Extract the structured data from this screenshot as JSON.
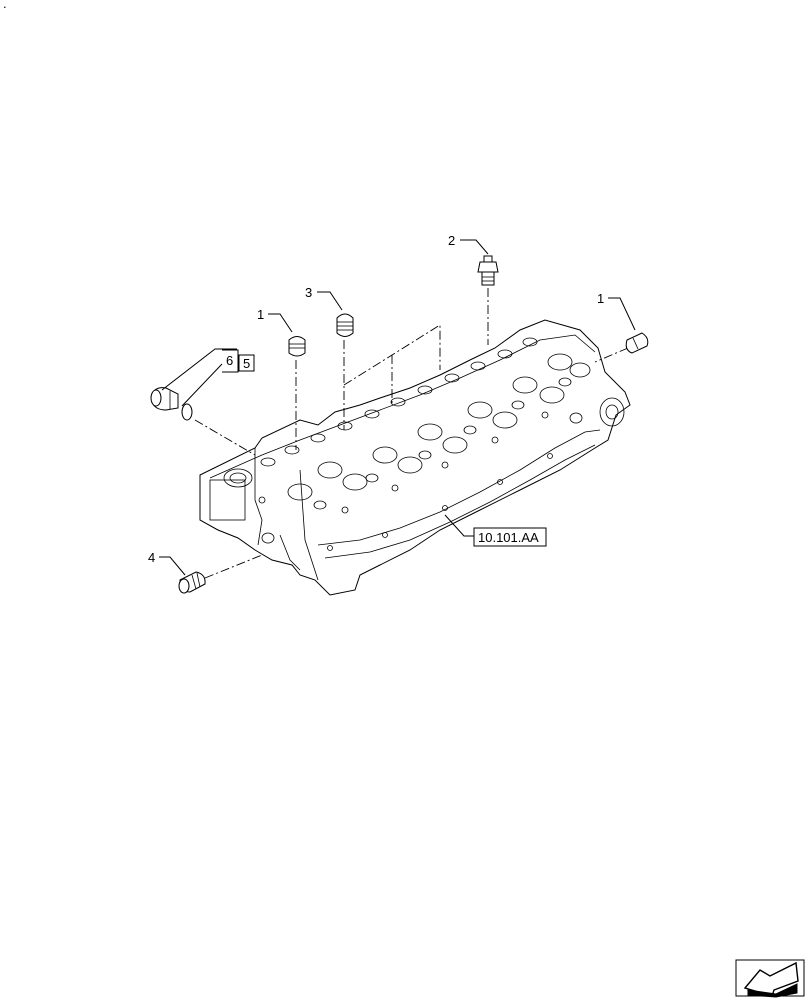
{
  "callouts": {
    "c1_left": "1",
    "c1_right": "1",
    "c2": "2",
    "c3": "3",
    "c4": "4",
    "c6": "6",
    "c5": "5"
  },
  "reference": "10.101.AA",
  "corner_mark": "."
}
